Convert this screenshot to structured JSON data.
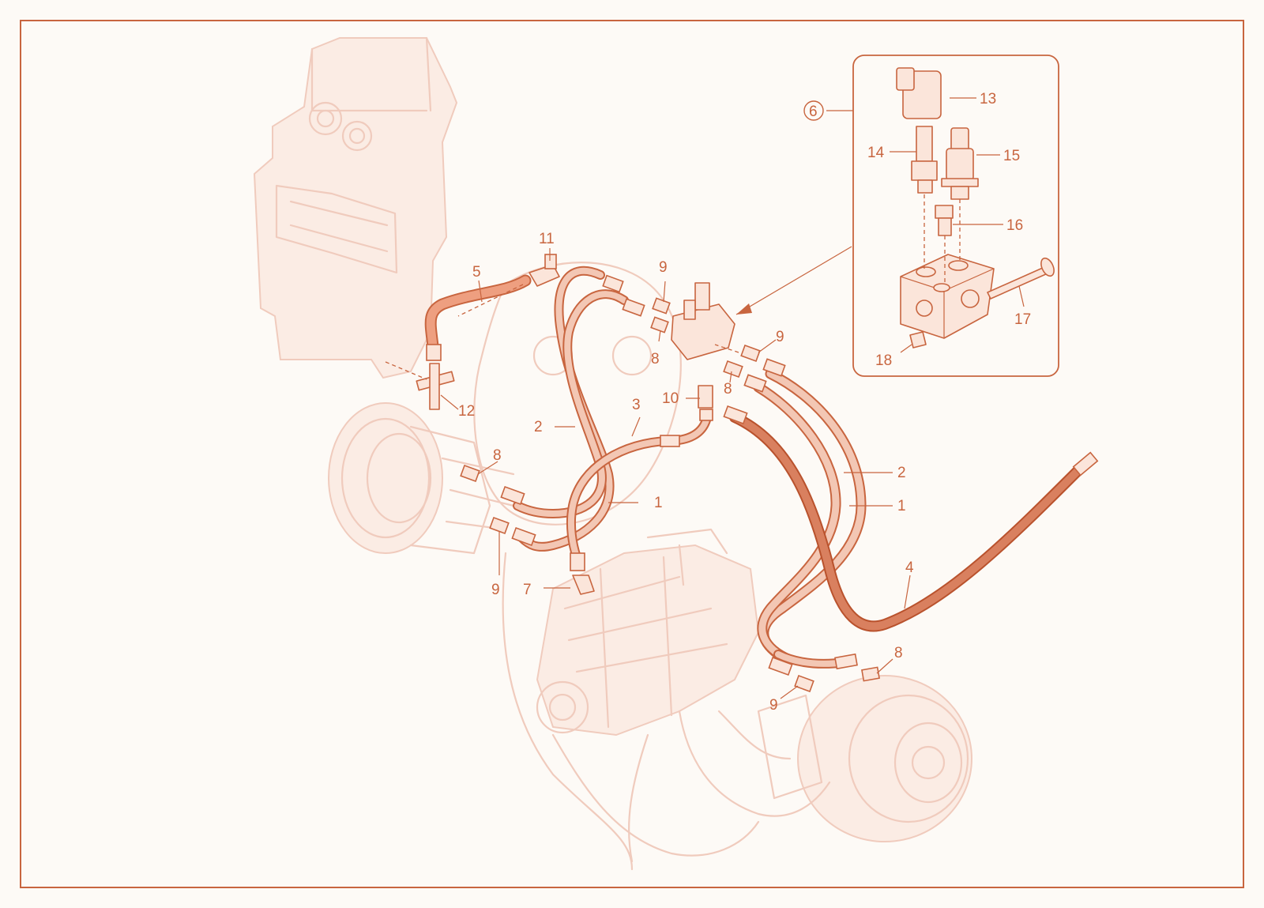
{
  "callouts": [
    {
      "id": "c1a",
      "text": "1"
    },
    {
      "id": "c1b",
      "text": "1"
    },
    {
      "id": "c2a",
      "text": "2"
    },
    {
      "id": "c2b",
      "text": "2"
    },
    {
      "id": "c3",
      "text": "3"
    },
    {
      "id": "c4",
      "text": "4"
    },
    {
      "id": "c5",
      "text": "5"
    },
    {
      "id": "c6",
      "text": "6"
    },
    {
      "id": "c7",
      "text": "7"
    },
    {
      "id": "c8a",
      "text": "8"
    },
    {
      "id": "c8b",
      "text": "8"
    },
    {
      "id": "c8c",
      "text": "8"
    },
    {
      "id": "c8d",
      "text": "8"
    },
    {
      "id": "c9a",
      "text": "9"
    },
    {
      "id": "c9b",
      "text": "9"
    },
    {
      "id": "c9c",
      "text": "9"
    },
    {
      "id": "c9d",
      "text": "9"
    },
    {
      "id": "c10",
      "text": "10"
    },
    {
      "id": "c11",
      "text": "11"
    },
    {
      "id": "c12",
      "text": "12"
    },
    {
      "id": "c13",
      "text": "13"
    },
    {
      "id": "c14",
      "text": "14"
    },
    {
      "id": "c15",
      "text": "15"
    },
    {
      "id": "c16",
      "text": "16"
    },
    {
      "id": "c17",
      "text": "17"
    },
    {
      "id": "c18",
      "text": "18"
    }
  ],
  "colors": {
    "accent": "#c8653f",
    "ghost": "#f0cbbd",
    "hose_dark": "#d9805f",
    "hose_light": "#f3c7b4"
  }
}
